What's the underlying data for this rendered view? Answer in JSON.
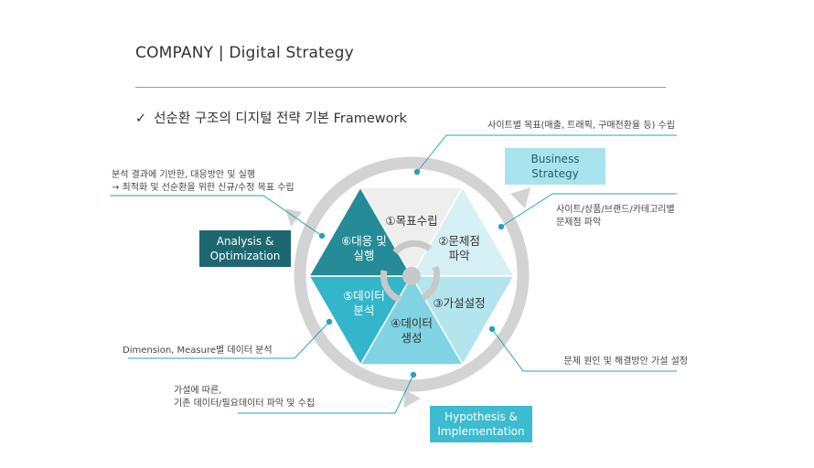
{
  "header": {
    "title": "COMPANY | Digital Strategy"
  },
  "subtitle": {
    "check": "✓",
    "text": "선순환 구조의 디지털 전략 기본 Framework"
  },
  "segments": [
    {
      "lines": [
        "①목표수립"
      ],
      "color": "#eeeeee",
      "text_color": "#333333"
    },
    {
      "lines": [
        "②문제점",
        "파악"
      ],
      "color": "#d6f0f5",
      "text_color": "#333333"
    },
    {
      "lines": [
        "③가설설정"
      ],
      "color": "#b4e4ee",
      "text_color": "#333333"
    },
    {
      "lines": [
        "④데이터",
        "생성"
      ],
      "color": "#7fd3e3",
      "text_color": "#333333"
    },
    {
      "lines": [
        "⑤데이터",
        "분석"
      ],
      "color": "#33b6c9",
      "text_color": "#ffffff"
    },
    {
      "lines": [
        "⑥대응 및",
        "실행"
      ],
      "color": "#248b97",
      "text_color": "#ffffff"
    }
  ],
  "boxes": {
    "business": {
      "lines": [
        "Business",
        "Strategy"
      ],
      "color": "#a9e3ee",
      "text_color": "#1f5f6e"
    },
    "analysis": {
      "lines": [
        "Analysis &",
        "Optimization"
      ],
      "color": "#1d6870",
      "text_color": "#ffffff"
    },
    "hypothesis": {
      "lines": [
        "Hypothesis &",
        "Implementation"
      ],
      "color": "#3dbbd0",
      "text_color": "#ffffff"
    }
  },
  "annotations": {
    "goal": [
      "사이트별 목표(매출, 트래픽, 구매전환율 등) 수립"
    ],
    "problem": [
      "사이트/상품/브랜드/카테고리별",
      "문제점 파악"
    ],
    "hypothesis": [
      "문제 원인 및 해결방안 가설 설정"
    ],
    "data_gen": [
      "가설에 따른,",
      "기존 데이터/필요데이터 파악 및 수집"
    ],
    "data_analysis": [
      "Dimension, Measure별 데이터 분석"
    ],
    "action": [
      "분석 결과에 기반한, 대응방안 및 실행",
      "→ 최적화 및 선순환을 위한 신규/수정 목표 수립"
    ]
  },
  "colors": {
    "ring": "#d3d3d3",
    "leader": "#2aa3b8",
    "dot": "#2aa3b8",
    "hub": "#c8c8c8"
  }
}
